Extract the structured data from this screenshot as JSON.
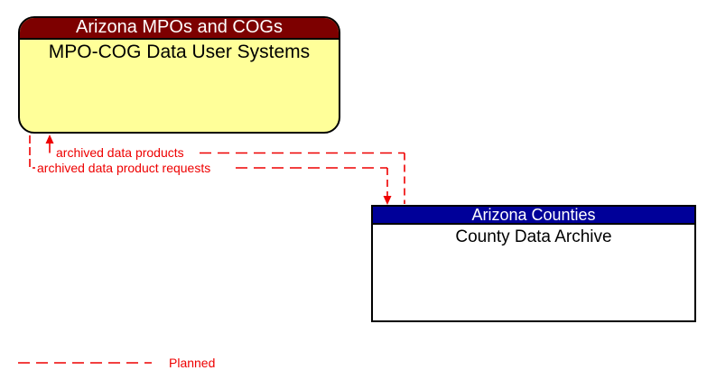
{
  "page": {
    "background": "#ffffff"
  },
  "colors": {
    "flow_red": "#ee0000",
    "mpo_header_bg": "#7d0000",
    "mpo_body_bg": "#ffff99",
    "county_header_bg": "#000099",
    "county_body_bg": "#ffffff",
    "border": "#000000",
    "header_text": "#ffffff",
    "body_text": "#000000"
  },
  "boxes": {
    "mpo": {
      "title": "Arizona MPOs and COGs",
      "system": "MPO-COG Data User Systems"
    },
    "county": {
      "title": "Arizona Counties",
      "system": "County Data Archive"
    }
  },
  "flows": [
    {
      "label": "archived data products",
      "from": "County Data Archive",
      "to": "MPO-COG Data User Systems",
      "status": "Planned",
      "line_style": "dashed"
    },
    {
      "label": "archived data product requests",
      "from": "MPO-COG Data User Systems",
      "to": "County Data Archive",
      "status": "Planned",
      "line_style": "dashed"
    }
  ],
  "legend": {
    "label": "Planned",
    "line_style": "dashed"
  }
}
